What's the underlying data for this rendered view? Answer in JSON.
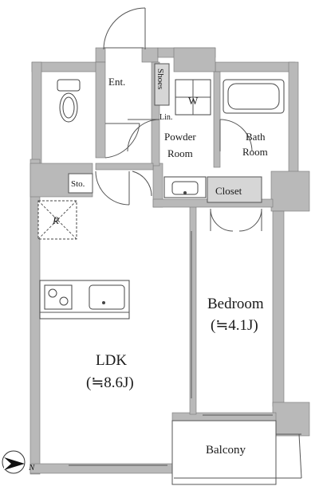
{
  "rooms": {
    "entrance": "Ent.",
    "shoes": "Shoes",
    "linen": "Lin.",
    "washer": "W",
    "powder_line1": "Powder",
    "powder_line2": "Room",
    "bath_line1": "Bath",
    "bath_line2": "Room",
    "storage": "Sto.",
    "refrigerator": "R",
    "closet": "Closet",
    "bedroom_name": "Bedroom",
    "bedroom_size": "(≒4.1J)",
    "ldk_name": "LDK",
    "ldk_size": "(≒8.6J)",
    "balcony": "Balcony"
  },
  "compass": {
    "north_label": "N"
  },
  "colors": {
    "wall_fill": "#b9b9b9",
    "line": "#555555",
    "background": "#ffffff"
  }
}
